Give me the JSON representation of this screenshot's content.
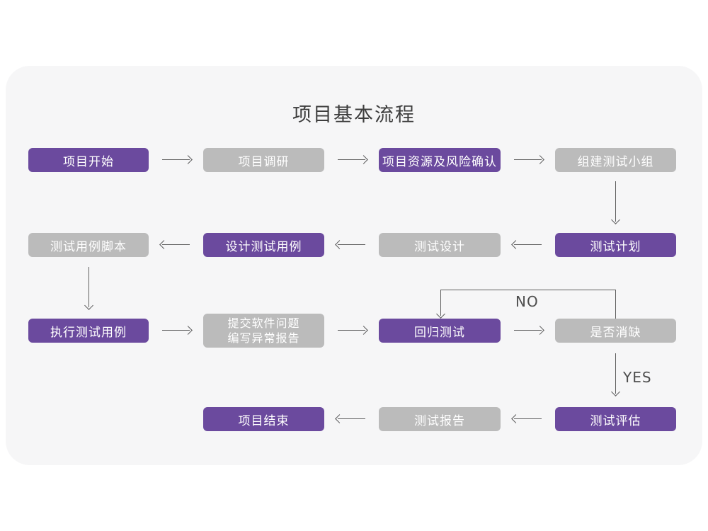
{
  "title": "项目基本流程",
  "colors": {
    "purple": "#6B4A9E",
    "gray": "#BBBBBB",
    "card_bg": "#F6F6F7",
    "arrow": "#5F5F5F",
    "node_text": "#FFFFFF",
    "title_text": "#3D3D3D"
  },
  "flow": {
    "rows": [
      [
        {
          "label": "项目开始",
          "variant": "purple"
        },
        {
          "label": "项目调研",
          "variant": "gray"
        },
        {
          "label": "项目资源及风险确认",
          "variant": "purple"
        },
        {
          "label": "组建测试小组",
          "variant": "gray"
        }
      ],
      [
        {
          "label": "测试用例脚本",
          "variant": "gray"
        },
        {
          "label": "设计测试用例",
          "variant": "purple"
        },
        {
          "label": "测试设计",
          "variant": "gray"
        },
        {
          "label": "测试计划",
          "variant": "purple"
        }
      ],
      [
        {
          "label": "执行测试用例",
          "variant": "purple"
        },
        {
          "lines": [
            "提交软件问题",
            "编写异常报告"
          ],
          "variant": "gray"
        },
        {
          "label": "回归测试",
          "variant": "purple"
        },
        {
          "label": "是否消缺",
          "variant": "gray"
        }
      ],
      [
        {
          "label": "项目结束",
          "variant": "purple"
        },
        {
          "label": "测试报告",
          "variant": "gray"
        },
        {
          "label": "测试评估",
          "variant": "purple"
        }
      ]
    ],
    "branch_labels": {
      "no": "NO",
      "yes": "YES"
    }
  }
}
